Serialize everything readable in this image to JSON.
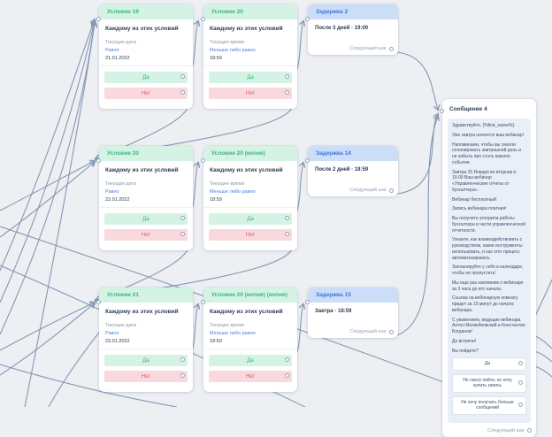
{
  "condition_nodes": [
    {
      "title": "Условие 19",
      "body_title": "Каждому из этих условий",
      "field": "Текущая дата",
      "operator": "Равно",
      "value": "21.01.2022",
      "yes_label": "Да",
      "no_label": "Нет"
    },
    {
      "title": "Условие 20",
      "body_title": "Каждому из этих условий",
      "field": "Текущее время",
      "operator": "Меньше либо равно",
      "value": "18:59",
      "yes_label": "Да",
      "no_label": "Нет"
    },
    {
      "title": "Условие 20",
      "body_title": "Каждому из этих условий",
      "field": "Текущая дата",
      "operator": "Равно",
      "value": "22.01.2022",
      "yes_label": "Да",
      "no_label": "Нет"
    },
    {
      "title": "Условие 20 (копия)",
      "body_title": "Каждому из этих условий",
      "field": "Текущее время",
      "operator": "Меньше либо равно",
      "value": "18:59",
      "yes_label": "Да",
      "no_label": "Нет"
    },
    {
      "title": "Условие 21",
      "body_title": "Каждому из этих условий",
      "field": "Текущая дата",
      "operator": "Равно",
      "value": "23.01.2022",
      "yes_label": "Да",
      "no_label": "Нет"
    },
    {
      "title": "Условие 20 (копия) (копия)",
      "body_title": "Каждому из этих условий",
      "field": "Текущее время",
      "operator": "Меньше либо равно",
      "value": "18:59",
      "yes_label": "Да",
      "no_label": "Нет"
    }
  ],
  "delay_nodes": [
    {
      "title": "Задержка 2",
      "body": "После 3 дней · 19:00",
      "next_label": "Следующий шаг"
    },
    {
      "title": "Задержка 14",
      "body": "После 2 дней · 18:59",
      "next_label": "Следующий шаг"
    },
    {
      "title": "Задержка 15",
      "body": "Завтра · 18:59",
      "next_label": "Следующий шаг"
    }
  ],
  "message_node": {
    "title": "Сообщение 4",
    "paragraphs": [
      "Здравствуйте, {%first_name%}.",
      "Уже завтра начнется ваш вебинар!",
      "Напоминаем, чтобы вы смогли спланировать завтрашний день и не забыть про столь важное событие.",
      "Завтра 25 Января во вторник в 19.00 Ваш вебинар «Управленческие отчеты от бухгалтера».",
      "Вебинар бесплатный!",
      "Запись вебинара платная!",
      "Вы получите алгоритм работы бухгалтера в части управленческой отчетности.",
      "Узнаете, как взаимодействовать с руководством, какие инструменты использовать, и как этот процесс автоматизировать.",
      "Запланируйте у себя в календаре, чтобы не пропустить!",
      "Мы еще раз напомним о вебинаре за 3 часа до его начала.",
      "Ссылка на вебинарную комнату придет за 15 минут до начала вебинара.",
      "С уважением, ведущие вебинара Антон Матвейковский и Константин Богданов!",
      "До встречи!",
      "Вы пойдете?"
    ],
    "buttons": [
      "Да",
      "Не смогу пойти, но хочу купить запись",
      "Не хочу получать больше сообщений"
    ],
    "next_label": "Следующий шаг"
  },
  "colors": {
    "canvas_bg": "#edeff3",
    "condition_header_bg": "#d5f3e5",
    "condition_header_text": "#35b780",
    "delay_header_bg": "#ccddf8",
    "delay_header_text": "#3f74de",
    "yes_bg": "#d5f3e5",
    "yes_text": "#35b780",
    "no_bg": "#f9d9de",
    "no_text": "#df5a6c",
    "edge": "#7389a9",
    "message_bubble_bg": "#e9eef7"
  }
}
